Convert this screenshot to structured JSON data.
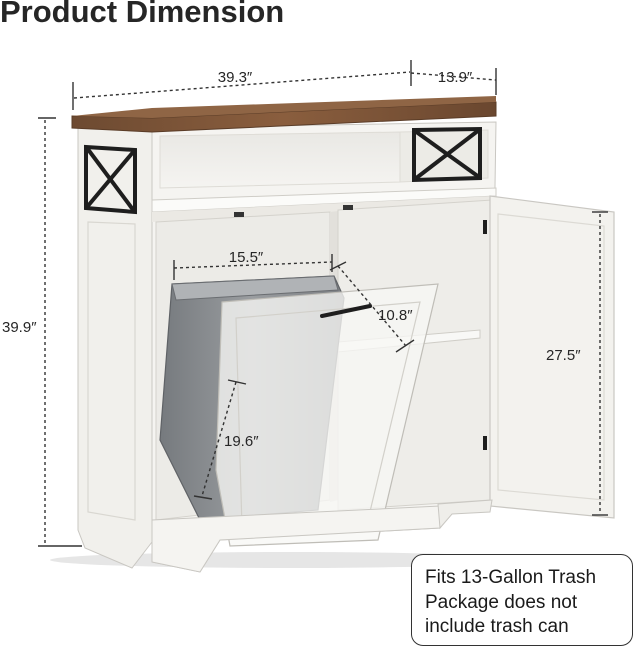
{
  "title": "Product Dimension",
  "dimensions": {
    "width": "39.3″",
    "depth": "13.9″",
    "height": "39.9″",
    "bin_width": "15.5″",
    "bin_depth": "10.8″",
    "bin_height": "19.6″",
    "cabinet_height": "27.5″"
  },
  "note": {
    "line1": "Fits 13-Gallon Trash",
    "line2": "Package does not",
    "line3": "include trash can"
  },
  "colors": {
    "wood_top": "#7a5236",
    "cabinet_white": "#f4f3f0",
    "bin_gray": "#8a8d90",
    "hardware_black": "#1e1e1e"
  }
}
